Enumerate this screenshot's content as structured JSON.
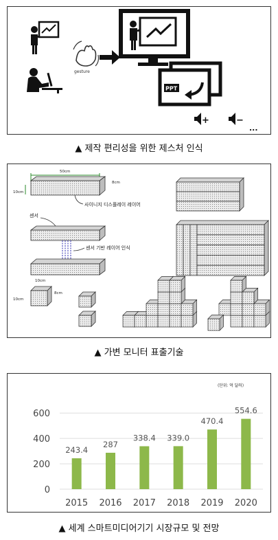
{
  "figure1": {
    "caption": "▲ 제작 편리성을 위한 제스처 인식",
    "gesture_label": "gesture",
    "ppt_label": "PPT",
    "vol_up": "+",
    "vol_down": "−",
    "ellipsis": "..."
  },
  "figure2": {
    "caption": "▲ 가변 모니터 표출기술",
    "label_50cm": "50cm",
    "label_10cm": "10cm",
    "label_8cm": "8cm",
    "label_signage": "사이니지 디스플레이 레이어",
    "label_sensor": "센서",
    "label_sensor_layer": "센서 기반 레이어 인식",
    "label_10cm_b": "10cm",
    "label_10cm_c": "10cm",
    "label_8cm_b": "8cm"
  },
  "figure3": {
    "caption": "▲ 세계 스마트미디어기기 시장규모 및 전망",
    "unit_note": "(단위: 억 달러)",
    "bar_color": "#8db84a"
  },
  "chart_data": {
    "type": "bar",
    "categories": [
      "2015",
      "2016",
      "2017",
      "2018",
      "2019",
      "2020"
    ],
    "values": [
      243.4,
      287,
      338.4,
      339.0,
      470.4,
      554.6
    ],
    "value_labels": [
      "243.4",
      "287",
      "338.4",
      "339.0",
      "470.4",
      "554.6"
    ],
    "yticks": [
      "0",
      "200",
      "400",
      "600"
    ],
    "ylim": [
      0,
      650
    ],
    "title": "",
    "xlabel": "",
    "ylabel": "",
    "grid": true
  }
}
